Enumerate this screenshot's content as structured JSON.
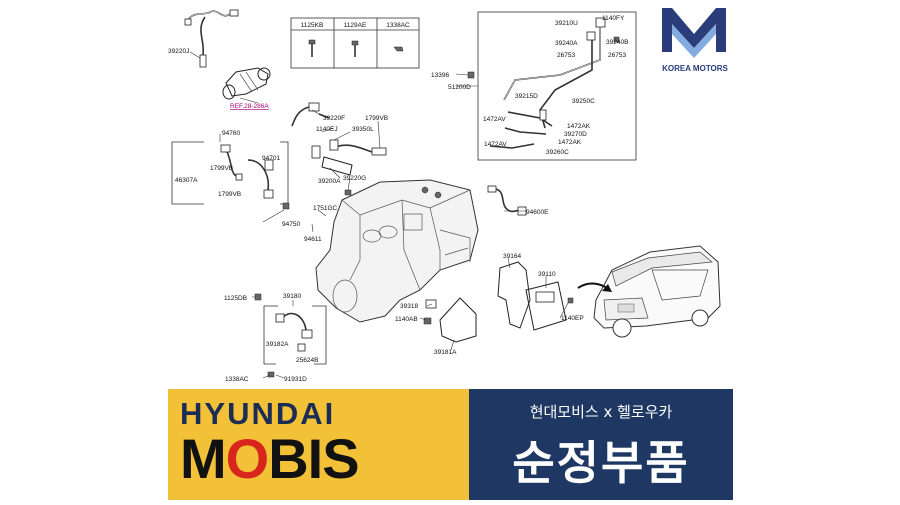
{
  "watermark": {
    "name": "KOREA MOTORS",
    "colors": {
      "primary": "#2a3d7a",
      "accent": "#5a8fd6"
    }
  },
  "diagram": {
    "table": {
      "headers": [
        "1125KB",
        "1129AE",
        "1338AC"
      ]
    },
    "ref_label": "REF.28-286A",
    "labels": {
      "p39220J": "39220J",
      "p39220F": "39220F",
      "p1140EJ": "1140EJ",
      "p1799VB_a": "1799VB",
      "p39350L": "39350L",
      "p94760": "94760",
      "p94701": "94701",
      "p1799VB_b": "1799VB",
      "p46307A": "46307A",
      "p1799VB_c": "1799VB",
      "p94750": "94750",
      "p39200A": "39200A",
      "p39220G": "39220G",
      "p1751GC": "1751GC",
      "p94611": "94611",
      "p13396": "13396",
      "p51200D": "51200D",
      "p39210U": "39210U",
      "p1140FY": "1140FY",
      "p39240A": "39240A",
      "p39240B": "39240B",
      "p26753_a": "26753",
      "p26753_b": "26753",
      "p39215D": "39215D",
      "p39250C": "39250C",
      "p1472AV_a": "1472AV",
      "p1472AK_a": "1472AK",
      "p39270D": "39270D",
      "p1472AK_b": "1472AK",
      "p1472AV_b": "1472AV",
      "p39260C": "39260C",
      "p94600E": "94600E",
      "p39164": "39164",
      "p39110": "39110",
      "p1140EP": "1140EP",
      "p39318": "39318",
      "p1140AB": "1140AB",
      "p39181A": "39181A",
      "p1125DB": "1125DB",
      "p39180": "39180",
      "p39182A": "39182A",
      "p25624B": "25624B",
      "p1338AC": "1338AC",
      "p91931D": "91931D"
    }
  },
  "banner": {
    "left": {
      "brand_line1": "HYUNDAI",
      "brand_line2_a": "M",
      "brand_line2_o": "O",
      "brand_line2_b": "BIS",
      "bg": "#f3c137"
    },
    "right": {
      "collab": "현대모비스 x 헬로우카",
      "genuine": "순정부품",
      "bg": "#1e3763"
    }
  }
}
